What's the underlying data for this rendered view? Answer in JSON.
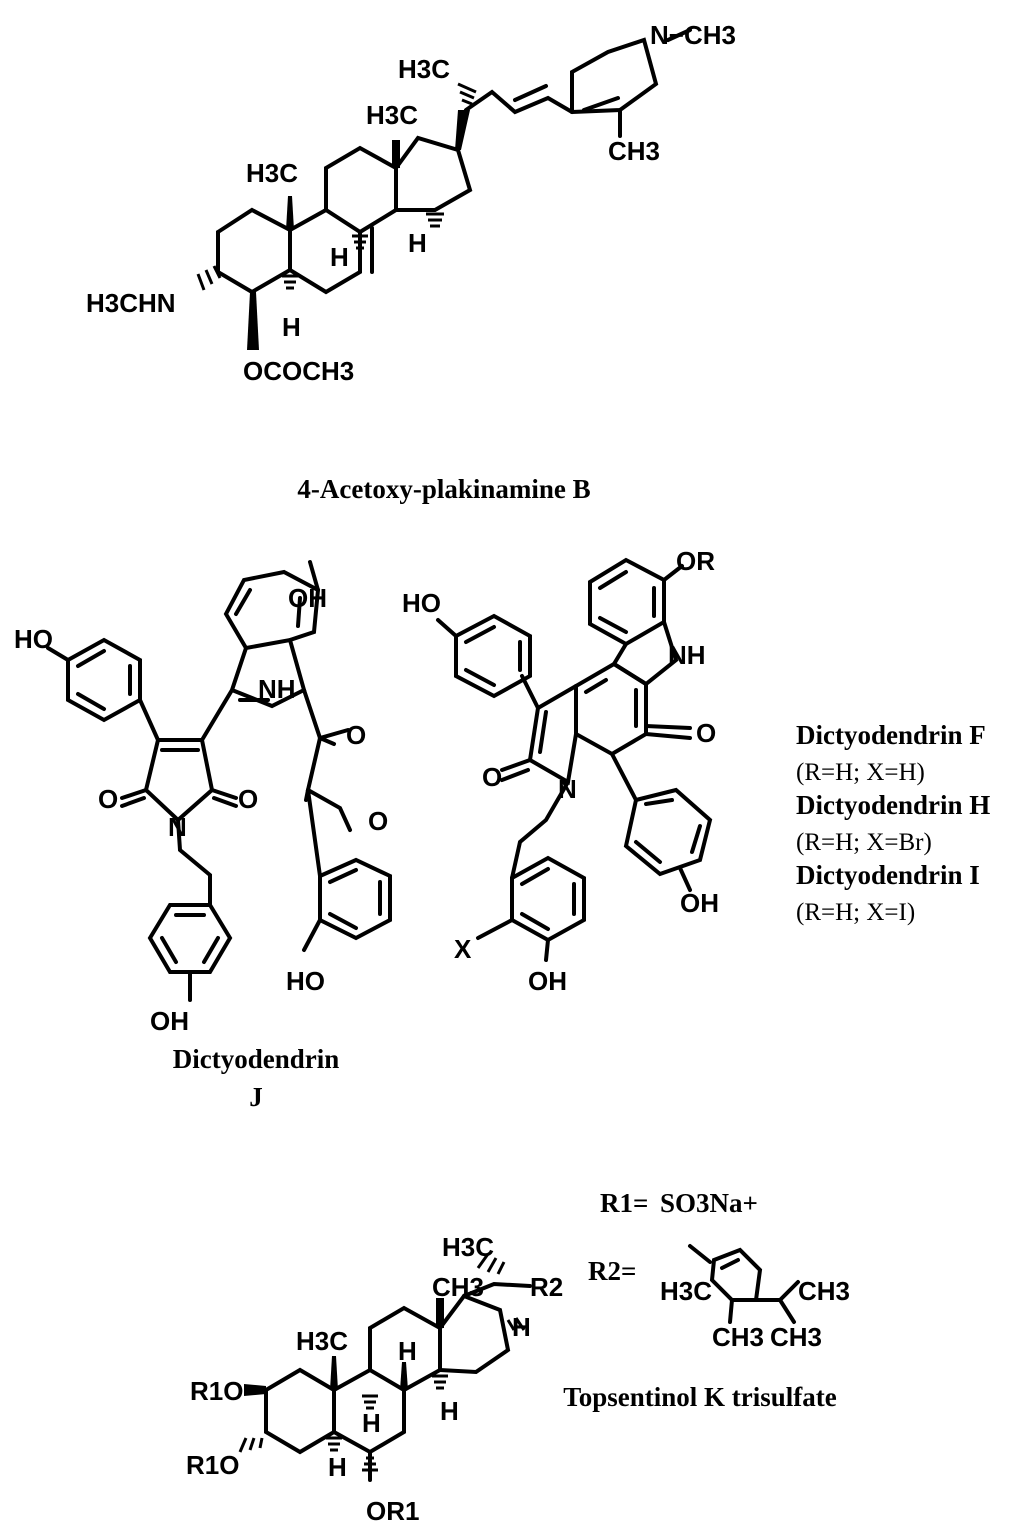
{
  "compounds": [
    {
      "name": "4-Acetoxy-plakinamine B",
      "labels": {
        "h3c_a": "H3C",
        "h3c_b": "H3C",
        "h3c_c": "H3C",
        "n_methyl": "N−CH3",
        "ch3_ring": "CH3",
        "h_a": "H",
        "h_b": "H",
        "h_c": "H",
        "amine": "H3CHN",
        "acetoxy": "OCOCH3"
      }
    },
    {
      "name_line1": "Dictyodendrin",
      "name_line2": "J",
      "labels": {
        "oh_a": "OH",
        "nh": "NH",
        "ho_a": "HO",
        "o_a": "O",
        "o_b": "O",
        "o_c": "O",
        "o_d": "O",
        "n": "N",
        "ho_b": "HO",
        "oh_b": "OH"
      }
    },
    {
      "variants": [
        {
          "name": "Dictyodendrin F",
          "subst": "(R=H; X=H)"
        },
        {
          "name": "Dictyodendrin H",
          "subst": "(R=H; X=Br)"
        },
        {
          "name": "Dictyodendrin I",
          "subst": "(R=H; X=I)"
        }
      ],
      "labels": {
        "or": "OR",
        "ho": "HO",
        "nh": "NH",
        "o_a": "O",
        "o_b": "O",
        "n": "N",
        "oh_a": "OH",
        "x": "X",
        "oh_b": "OH"
      }
    },
    {
      "name": "Topsentinol K trisulfate",
      "r1_def": {
        "label": "R1=",
        "value": "SO3Na+"
      },
      "r2_def": {
        "label": "R2="
      },
      "labels": {
        "h3c_side": "H3C",
        "r2": "R2",
        "ch3_c13": "CH3",
        "h_c17": "H",
        "h3c_c10": "H3C",
        "h_a": "H",
        "h_b": "H",
        "h_c": "H",
        "h_d": "H",
        "r1o_a": "R1O",
        "r1o_b": "R1O",
        "or1": "OR1",
        "r2_h3c": "H3C",
        "r2_ch3_a": "CH3",
        "r2_ch3_b": "CH3",
        "r2_ch3_c": "CH3"
      }
    }
  ]
}
